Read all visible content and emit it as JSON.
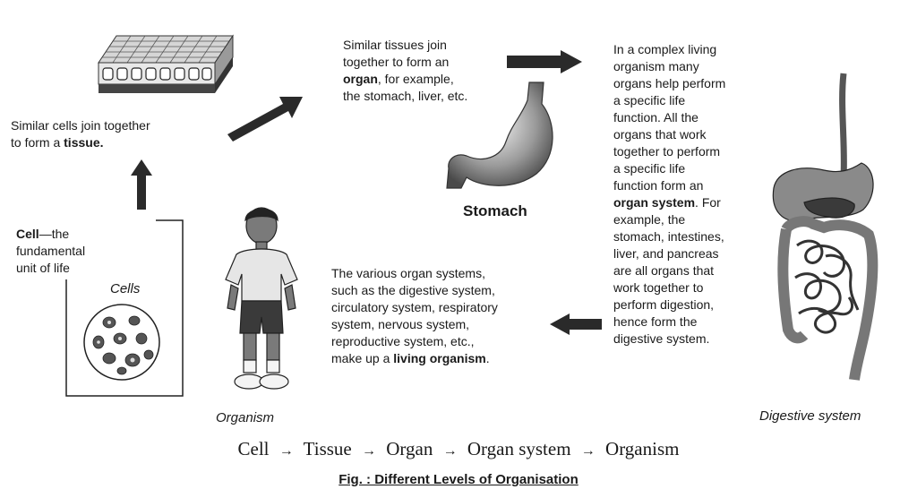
{
  "tissue_text": {
    "line1": "Similar cells join together",
    "line2_pre": "to form a ",
    "line2_bold": "tissue."
  },
  "organ_text": {
    "line1": "Similar tissues join",
    "line2": "together to form an",
    "line3_bold": "organ",
    "line3_post": ", for example,",
    "line4": "the stomach, liver, etc."
  },
  "system_text": {
    "l1": "In a complex living",
    "l2": "organism many",
    "l3": "organs help perform",
    "l4": "a specific life",
    "l5": "function. All the",
    "l6": "organs that work",
    "l7": "together to perform",
    "l8": "a specific life",
    "l9": "function form an",
    "l10_bold": "organ system",
    "l10_post": ". For",
    "l11": "example, the",
    "l12": "stomach, intestines,",
    "l13": "liver, and pancreas",
    "l14": "are all organs that",
    "l15": "work together to",
    "l16": "perform digestion,",
    "l17": "hence form the",
    "l18": "digestive system."
  },
  "organism_text": {
    "l1": "The various organ systems,",
    "l2": "such as the digestive system,",
    "l3": "circulatory system, respiratory",
    "l4": "system, nervous system,",
    "l5": "reproductive system, etc.,",
    "l6_pre": "make up a ",
    "l6_bold": "living organism",
    "l6_post": "."
  },
  "cell_text": {
    "bold": "Cell",
    "dash": "—the",
    "l2": "fundamental",
    "l3": "unit of life"
  },
  "captions": {
    "cells": "Cells",
    "stomach": "Stomach",
    "organism": "Organism",
    "digestive": "Digestive system"
  },
  "flow": {
    "items": [
      "Cell",
      "Tissue",
      "Organ",
      "Organ system",
      "Organism"
    ],
    "arrow": "→"
  },
  "figure_caption": "Fig. : Different Levels of Organisation",
  "colors": {
    "arrow": "#2a2a2a",
    "text": "#1a1a1a"
  }
}
